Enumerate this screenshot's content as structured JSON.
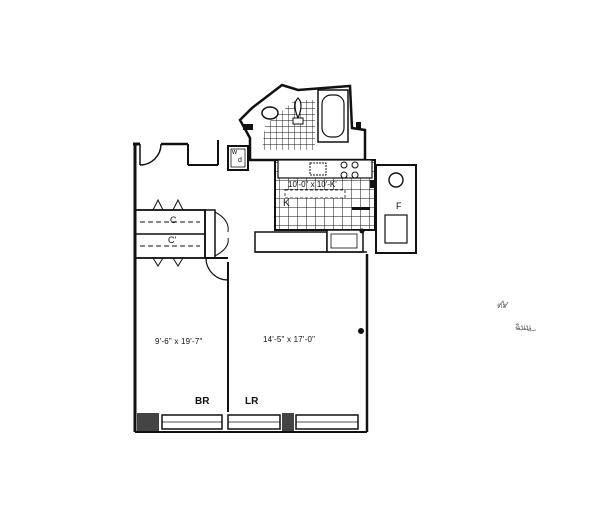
{
  "rooms": {
    "bedroom": {
      "label": "BR",
      "dimensions": "9'-6\" x 19'-7\""
    },
    "living_room": {
      "label": "LR",
      "dimensions": "14'-5\" x 17'-0\""
    },
    "kitchen": {
      "label": "K",
      "dimensions": "10'-0\" x 10'-K'"
    }
  },
  "fixtures": {
    "closet_1": "C",
    "closet_2": "C'",
    "washer": "w",
    "dryer": "d",
    "fridge": "F"
  },
  "stray_marks": {
    "mark_1": "ตะ",
    "mark_2": "ฉินน"
  }
}
